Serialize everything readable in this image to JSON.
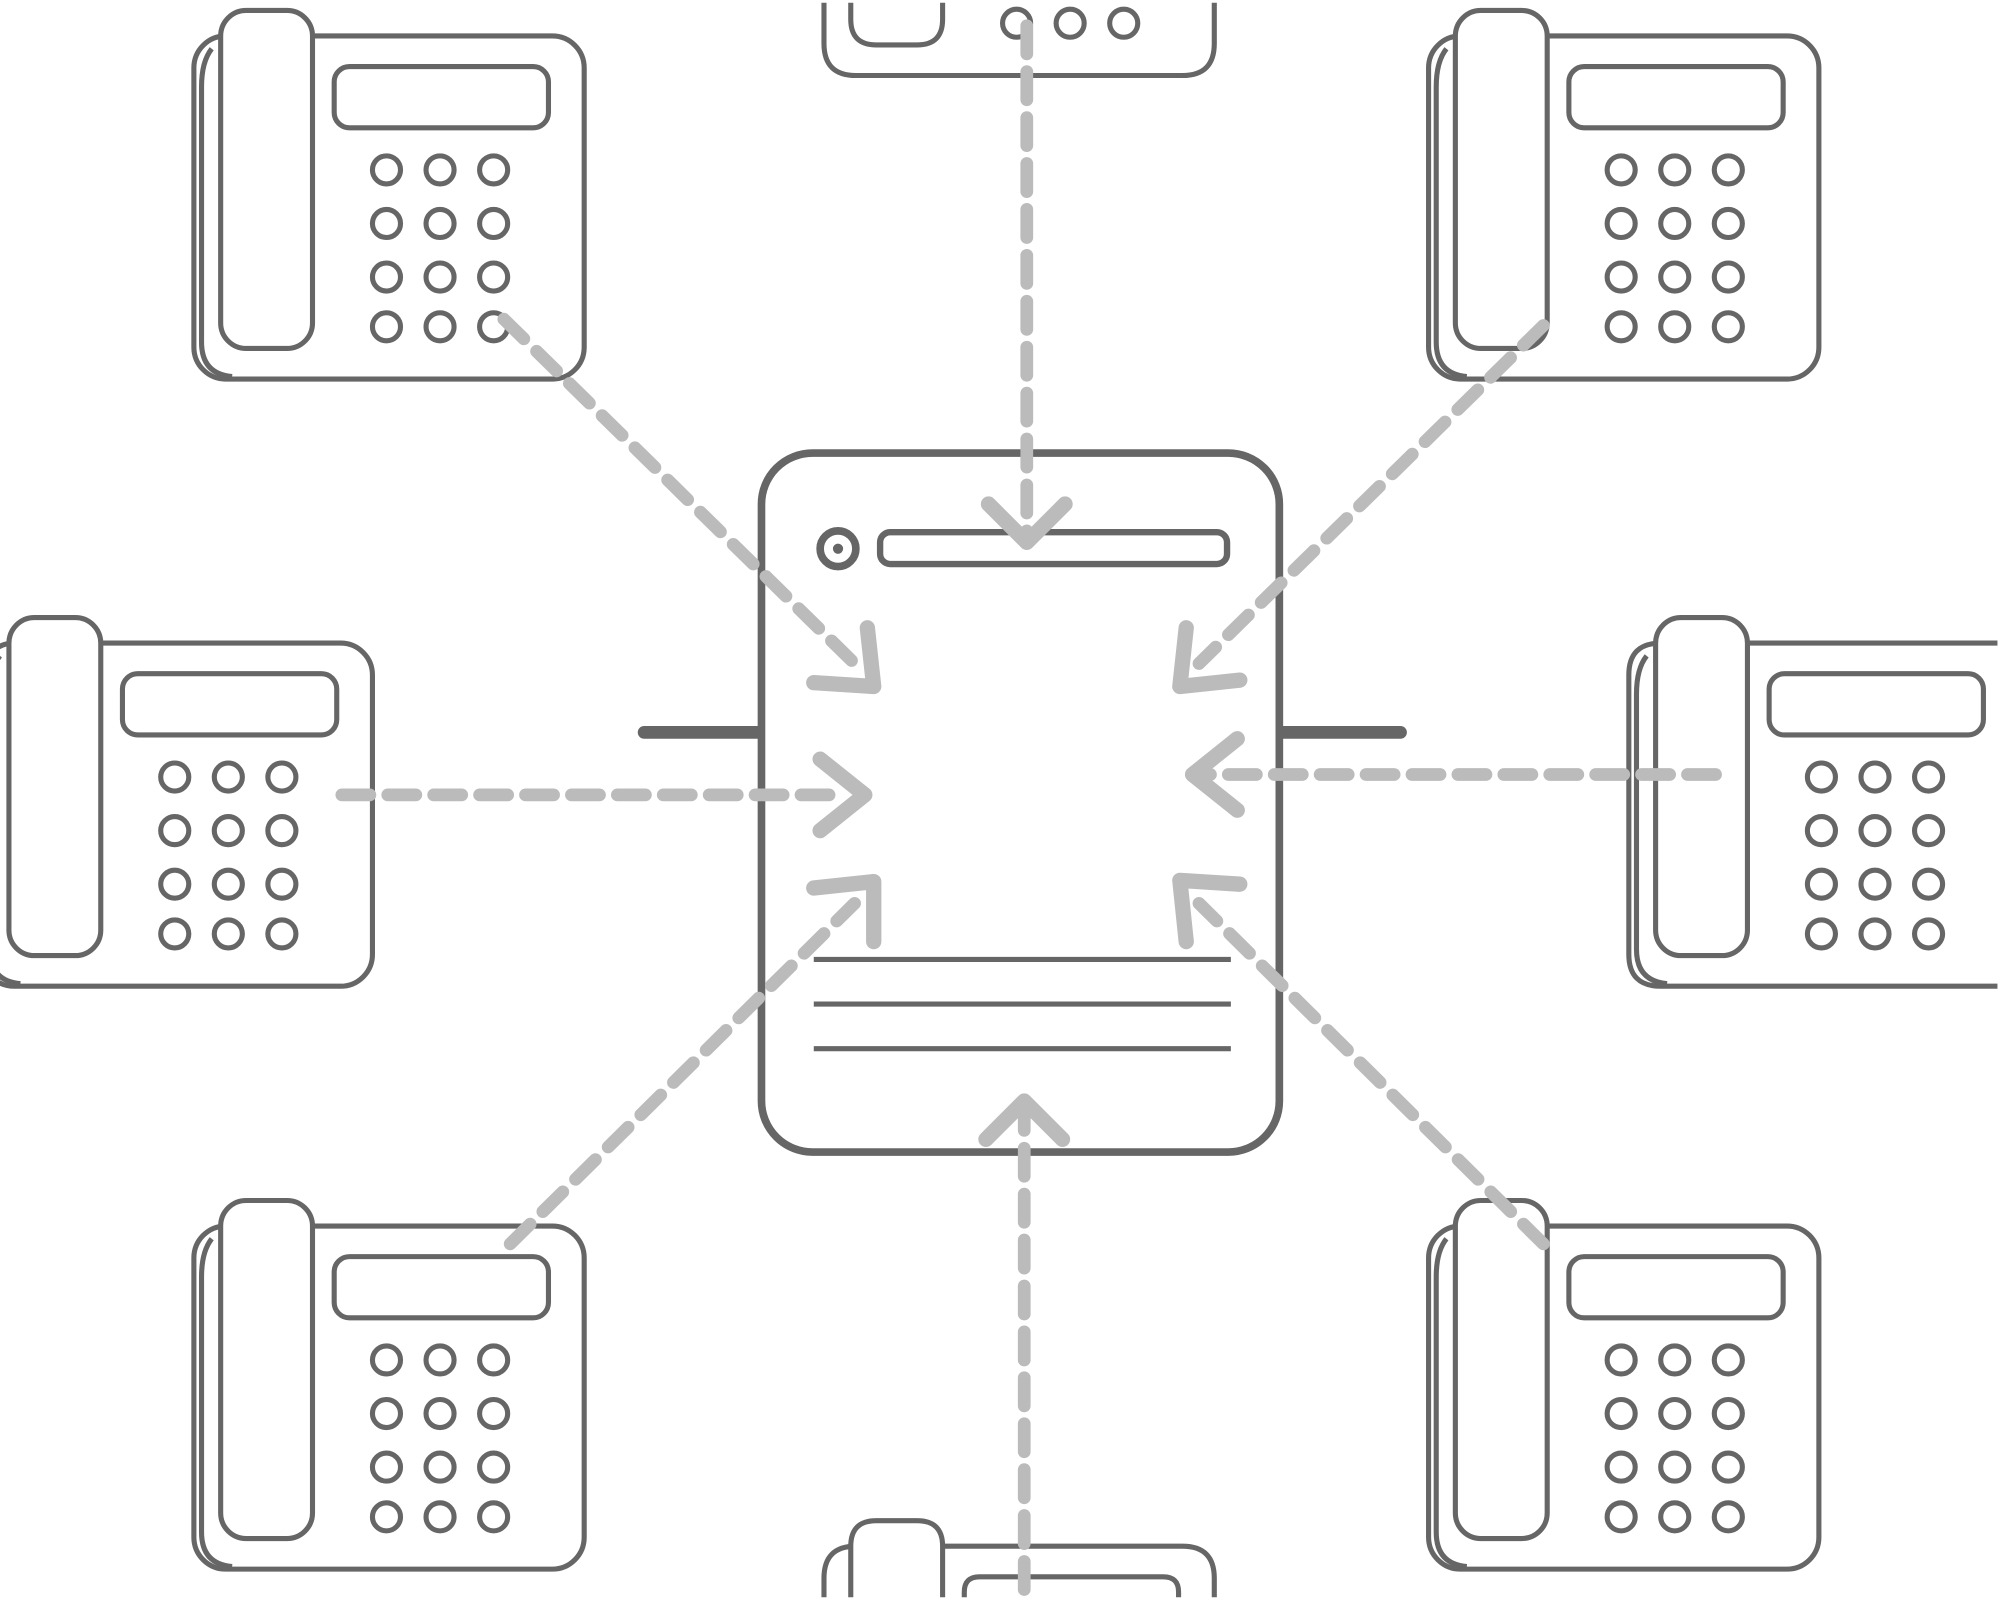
{
  "diagram": {
    "center_node": {
      "icon": "pbx-server-icon"
    },
    "peripheral_nodes": [
      {
        "icon": "desk-phone-icon",
        "position": "top"
      },
      {
        "icon": "desk-phone-icon",
        "position": "top-left"
      },
      {
        "icon": "desk-phone-icon",
        "position": "top-right"
      },
      {
        "icon": "desk-phone-icon",
        "position": "left"
      },
      {
        "icon": "desk-phone-icon",
        "position": "right"
      },
      {
        "icon": "desk-phone-icon",
        "position": "bottom-left"
      },
      {
        "icon": "desk-phone-icon",
        "position": "bottom-right"
      },
      {
        "icon": "desk-phone-icon",
        "position": "bottom"
      }
    ],
    "connection_style": "dashed-arrow-to-center",
    "colors": {
      "device_stroke": "#666666",
      "link": "#bbbbbb",
      "background": "#ffffff"
    }
  }
}
